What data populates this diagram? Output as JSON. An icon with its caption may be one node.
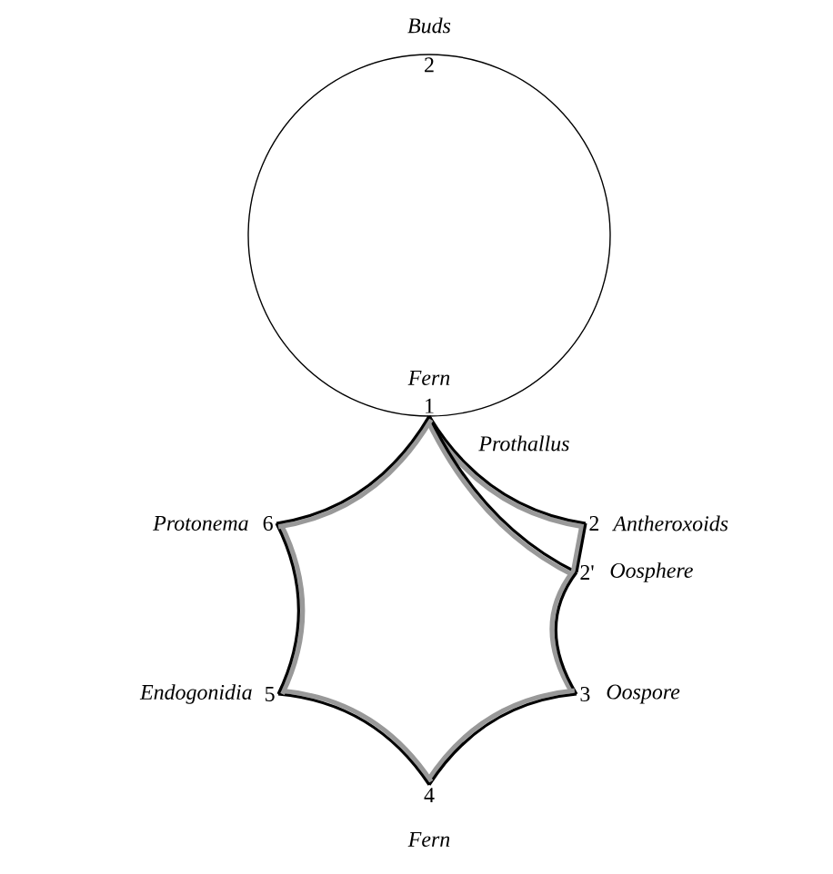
{
  "diagram": {
    "nodes": [
      {
        "text": [
          "1"
        ],
        "beside": [
          "Fern",
          "Prothallus"
        ]
      },
      {
        "text": [
          "2"
        ],
        "beside": [
          "Buds"
        ]
      },
      {
        "text": [
          "2"
        ],
        "beside": [
          "Antheroxoids"
        ]
      },
      {
        "text": [
          "2'"
        ],
        "beside": [
          "Oosphere"
        ]
      },
      {
        "text": [
          "3"
        ],
        "beside": [
          "Oospore"
        ]
      },
      {
        "text": [
          "4"
        ],
        "beside": [
          "Fern"
        ]
      },
      {
        "text": [
          "5"
        ],
        "beside": [
          "Endogonidia"
        ]
      },
      {
        "text": [
          "6"
        ],
        "beside": [
          "Protonema"
        ]
      }
    ],
    "edges": [
      {
        "from": 0,
        "to": 1,
        "arrow": "none"
      },
      {
        "from": 1,
        "to": 0,
        "arrow": "none"
      },
      {
        "from": 0,
        "to": 2,
        "arrow": "none"
      },
      {
        "from": 0,
        "to": 3,
        "arrow": "none"
      },
      {
        "from": 2,
        "to": 3,
        "arrow": "none"
      },
      {
        "from": 3,
        "to": 4,
        "arrow": "none"
      },
      {
        "from": 4,
        "to": 5,
        "arrow": "none"
      },
      {
        "from": 5,
        "to": 6,
        "arrow": "none"
      },
      {
        "from": 6,
        "to": 7,
        "arrow": "none"
      },
      {
        "from": 7,
        "to": 0,
        "arrow": "none"
      }
    ]
  }
}
